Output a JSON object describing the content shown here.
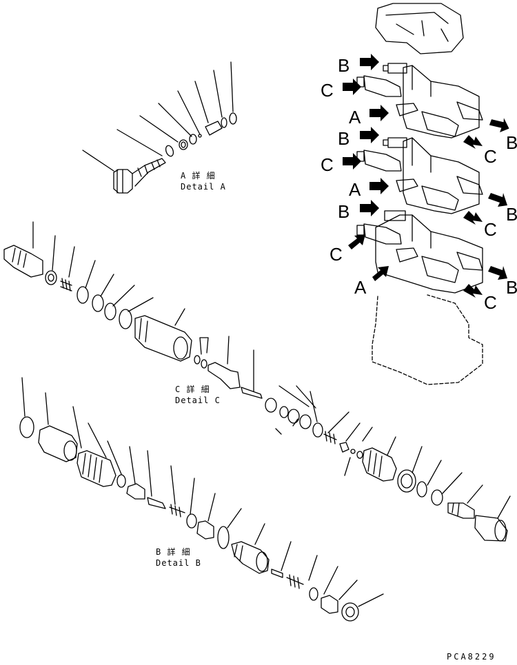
{
  "port_labels": {
    "b1": "B",
    "c1": "C",
    "a1": "A",
    "b2": "B",
    "c2": "C",
    "b3": "B",
    "c3": "C",
    "a2": "A",
    "b4": "B",
    "c4": "C",
    "b5": "B",
    "c5": "C",
    "b6": "B",
    "c6": "C",
    "a3": "A"
  },
  "details": {
    "a_kanji": "A 詳 細",
    "a_label": "Detail A",
    "c_kanji": "C 詳 細",
    "c_label": "Detail C",
    "b_kanji": "B 詳 細",
    "b_label": "Detail B"
  },
  "drawing_code": "PCA8229"
}
